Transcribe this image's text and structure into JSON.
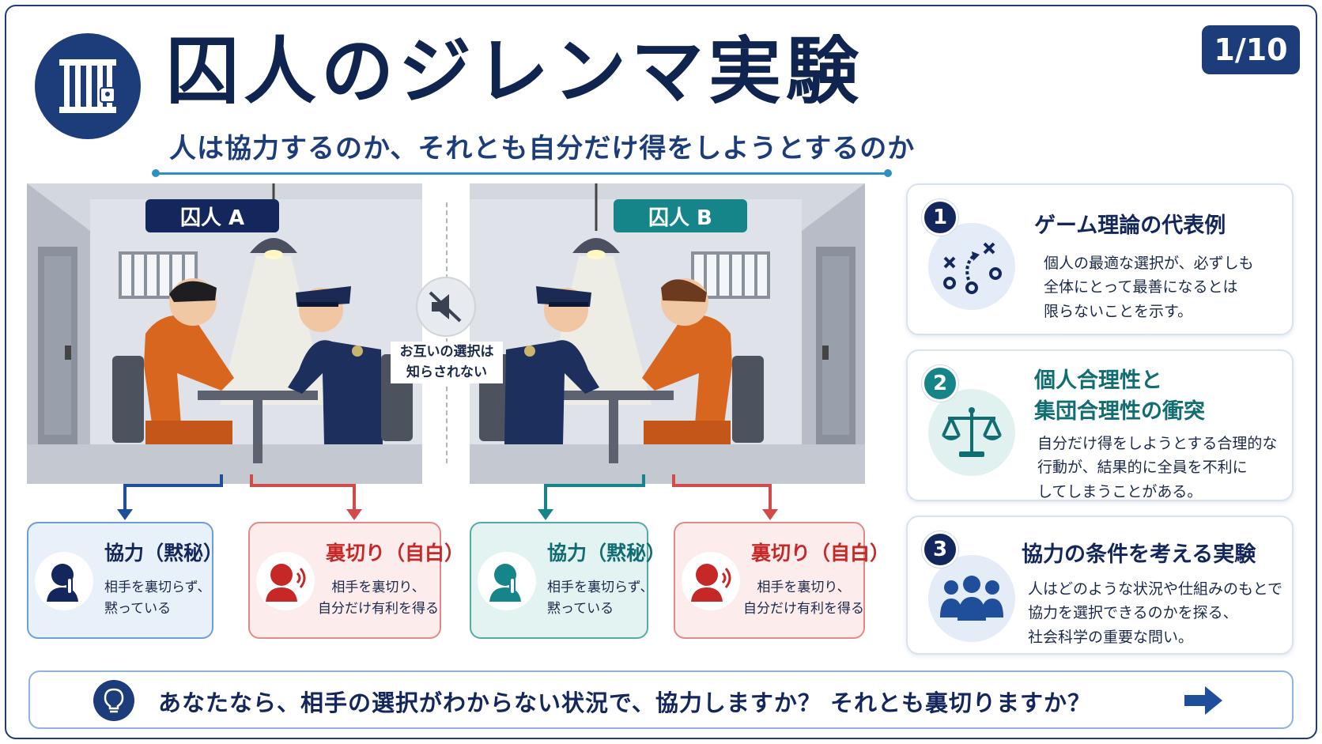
{
  "header": {
    "title": "囚人のジレンマ実験",
    "subtitle": "人は協力するのか、それとも自分だけ得をしようとするのか",
    "page_indicator": "1/10",
    "icon": "prison-bars-icon"
  },
  "scenes": {
    "prisoner_a_label": "囚人 A",
    "prisoner_b_label": "囚人 B",
    "separator_note_line1": "お互いの選択は",
    "separator_note_line2": "知らされない",
    "separator_icon": "mute-icon"
  },
  "choices": {
    "a_cooperate": {
      "title": "協力（黙秘）",
      "desc_line1": "相手を裏切らず、",
      "desc_line2": "黙っている",
      "icon": "silence-gesture-icon"
    },
    "a_defect": {
      "title": "裏切り（自白）",
      "desc_line1": "相手を裏切り、",
      "desc_line2": "自分だけ有利を得る",
      "icon": "speaking-icon"
    },
    "b_cooperate": {
      "title": "協力（黙秘）",
      "desc_line1": "相手を裏切らず、",
      "desc_line2": "黙っている",
      "icon": "silence-gesture-icon"
    },
    "b_defect": {
      "title": "裏切り（自白）",
      "desc_line1": "相手を裏切り、",
      "desc_line2": "自分だけ有利を得る",
      "icon": "speaking-icon"
    }
  },
  "info_cards": [
    {
      "number": "1",
      "title": "ゲーム理論の代表例",
      "desc_line1": "個人の最適な選択が、必ずしも",
      "desc_line2": "全体にとって最善になるとは",
      "desc_line3": "限らないことを示す。",
      "icon": "strategy-icon"
    },
    {
      "number": "2",
      "title_line1": "個人合理性と",
      "title_line2": "集団合理性の衝突",
      "desc_line1": "自分だけ得をしようとする合理的な",
      "desc_line2": "行動が、結果的に全員を不利に",
      "desc_line3": "してしまうことがある。",
      "icon": "scales-icon"
    },
    {
      "number": "3",
      "title": "協力の条件を考える実験",
      "desc_line1": "人はどのような状況や仕組みのもとで",
      "desc_line2": "協力を選択できるのかを探る、",
      "desc_line3": "社会科学の重要な問い。",
      "icon": "group-icon"
    }
  ],
  "question": {
    "text": "あなたなら、相手の選択がわからない状況で、協力しますか？ それとも裏切りますか？",
    "icon": "lightbulb-icon",
    "arrow_icon": "arrow-right-icon"
  },
  "colors": {
    "navy": "#14275c",
    "teal": "#16858a",
    "red": "#c62828",
    "accent_blue": "#2e8fc2"
  }
}
